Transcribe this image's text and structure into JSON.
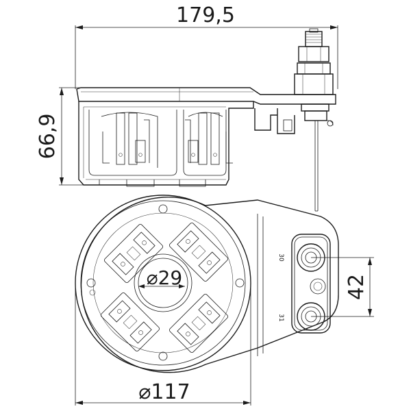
{
  "dimensions": {
    "overall_length": "179,5",
    "height": "66,9",
    "base_diameter": "⌀117",
    "bore_diameter": "⌀29",
    "terminal_spacing": "42"
  },
  "terminal_labels": {
    "upper": "30",
    "lower": "31"
  },
  "colors": {
    "line": "#1a1a1a",
    "background": "#ffffff"
  }
}
